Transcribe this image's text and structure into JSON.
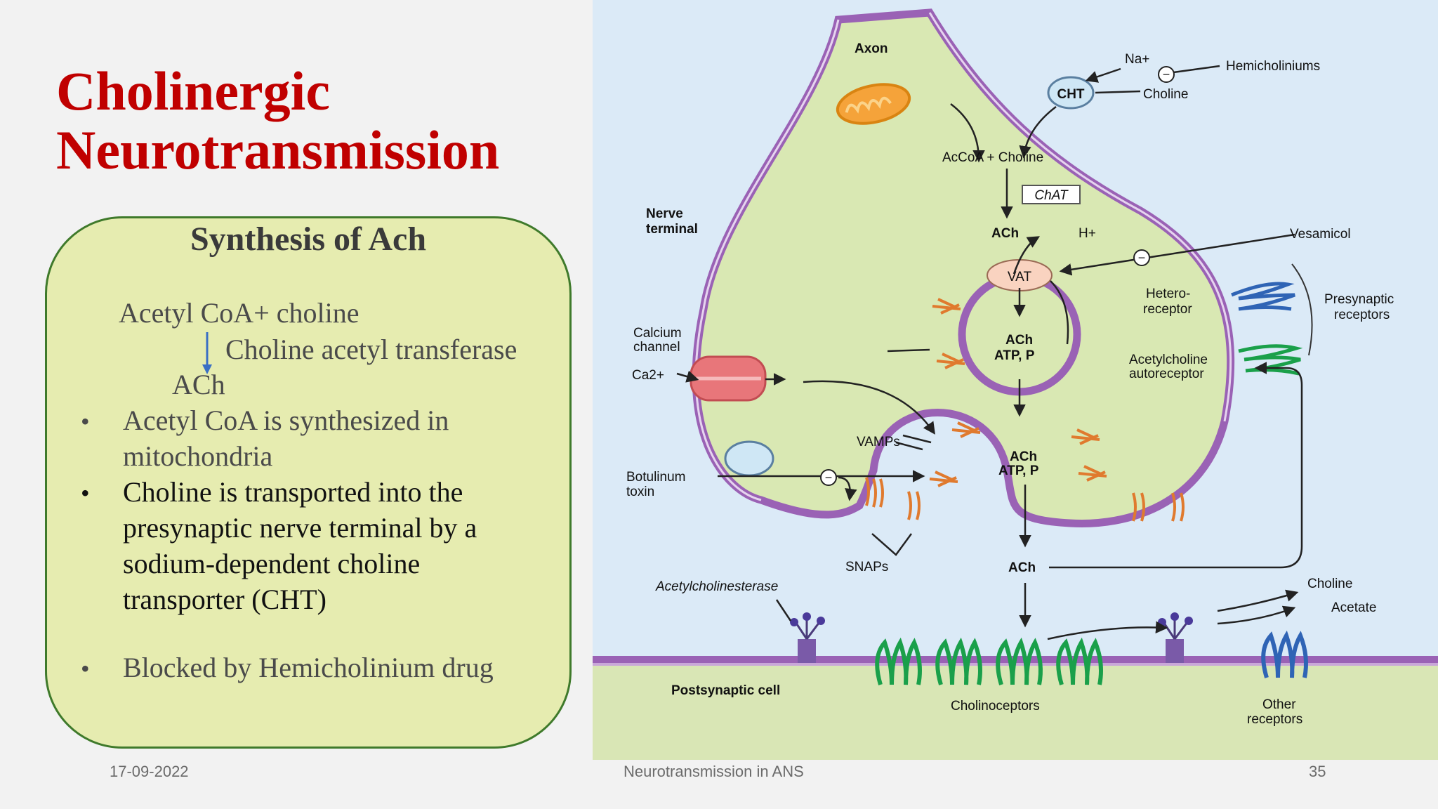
{
  "slide": {
    "title_line1": "Cholinergic",
    "title_line2": "Neurotransmission"
  },
  "panel": {
    "heading": "Synthesis of Ach",
    "equation": {
      "substrate": "Acetyl CoA+ choline",
      "enzyme": "Choline acetyl transferase",
      "product": "ACh"
    },
    "bullets": [
      {
        "lines": [
          "Acetyl CoA is synthesized in",
          "mitochondria"
        ]
      },
      {
        "lines": [
          "Choline is transported into the",
          "presynaptic nerve terminal by a",
          "sodium-dependent choline",
          "transporter (CHT)"
        ]
      },
      {
        "lines": [
          "Blocked by Hemicholinium drug"
        ]
      }
    ],
    "bullet_symbol": "•"
  },
  "diagram": {
    "labels": {
      "axon": "Axon",
      "na": "Na+",
      "hemicholiniums": "Hemicholiniums",
      "cht": "CHT",
      "choline_top": "Choline",
      "accoa": "AcCoA + Choline",
      "chat": "ChAT",
      "nerve_terminal_1": "Nerve",
      "nerve_terminal_2": "terminal",
      "ach1": "ACh",
      "hplus": "H+",
      "vesamicol": "Vesamicol",
      "vat": "VAT",
      "hetero_1": "Hetero-",
      "hetero_2": "receptor",
      "presyn_1": "Presynaptic",
      "presyn_2": "receptors",
      "calcium_1": "Calcium",
      "calcium_2": "channel",
      "ca": "Ca2+",
      "vesicle_ach": "ACh",
      "vesicle_atp": "ATP, P",
      "autoreceptor_1": "Acetylcholine",
      "autoreceptor_2": "autoreceptor",
      "vamps": "VAMPs",
      "fusion_ach": "ACh",
      "fusion_atp": "ATP, P",
      "botulinum_1": "Botulinum",
      "botulinum_2": "toxin",
      "snaps": "SNAPs",
      "ach_cleft": "ACh",
      "ache": "Acetylcholinesterase",
      "choline_bottom": "Choline",
      "acetate": "Acetate",
      "postsynaptic": "Postsynaptic cell",
      "cholinoceptors": "Cholinoceptors",
      "other_1": "Other",
      "other_2": "receptors",
      "minus": "−"
    }
  },
  "footer": {
    "date": "17-09-2022",
    "center": "Neurotransmission in ANS",
    "page": "35"
  },
  "colors": {
    "title": "#c00000",
    "panel_fill": "#e6ecb0",
    "panel_border": "#3f7a2b",
    "membrane": "#9a62b5",
    "cytoplasm": "#d9e8b3",
    "background_blue": "#dbeaf7",
    "receptor_green": "#1aa04a",
    "receptor_blue": "#2f64b5",
    "snare_orange": "#e07a2e"
  }
}
